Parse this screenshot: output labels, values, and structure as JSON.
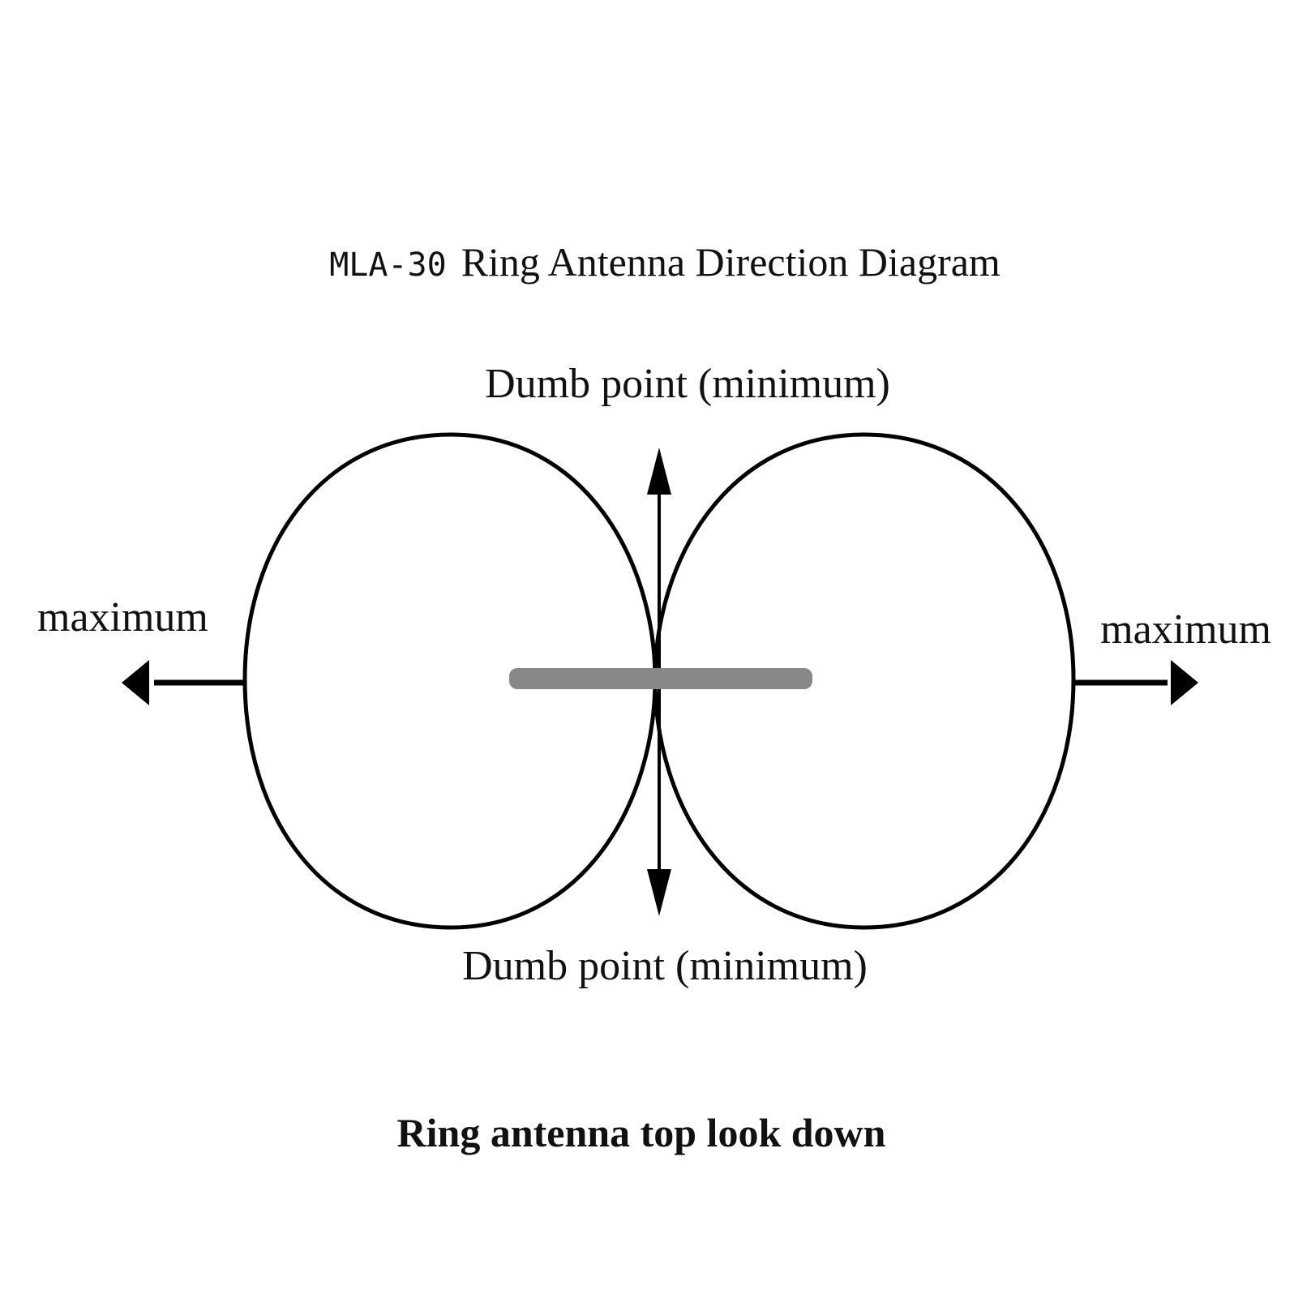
{
  "title": {
    "model": "MLA-30",
    "rest": "Ring Antenna Direction Diagram"
  },
  "labels": {
    "dumb_point_top": "Dumb point (minimum)",
    "dumb_point_bottom": "Dumb point (minimum)",
    "maximum_left": "maximum",
    "maximum_right": "maximum"
  },
  "caption": "Ring antenna top look down",
  "colors": {
    "line": "#000000",
    "antenna_bar": "#888888",
    "text": "#111111",
    "background": "#ffffff"
  }
}
